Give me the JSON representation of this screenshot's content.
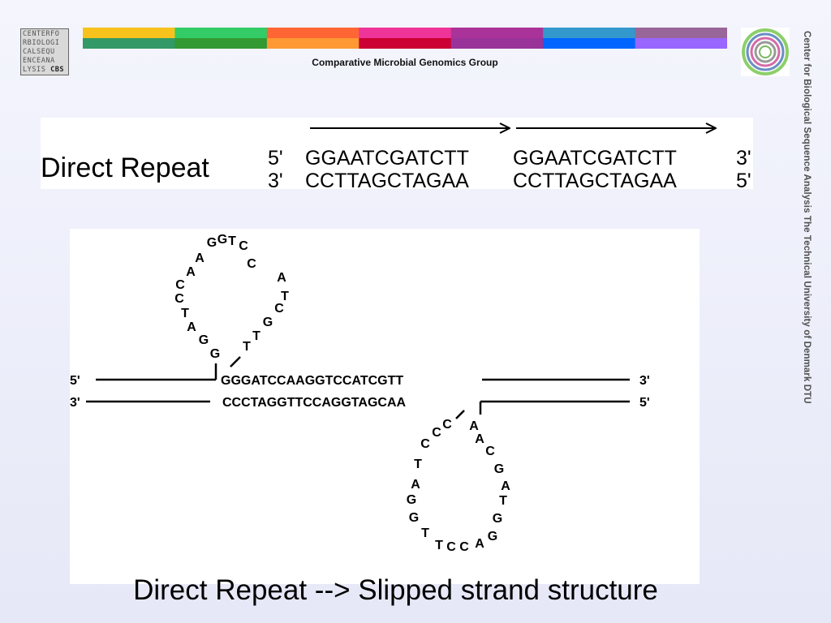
{
  "header": {
    "logo_lines": [
      "CENTERFO",
      "RBIOLOGI",
      "CALSEQU",
      "ENCEANA",
      "LYSIS"
    ],
    "logo_badge": "CBS",
    "group_name": "Comparative Microbial Genomics Group",
    "bar_colors_top": [
      "#f7c21c",
      "#33cc66",
      "#ff6633",
      "#ee3399",
      "#aa3399",
      "#3399cc",
      "#996699"
    ],
    "bar_colors_bottom": [
      "#339966",
      "#339933",
      "#ff9933",
      "#cc0033",
      "#993399",
      "#0066ff",
      "#9966ff"
    ]
  },
  "sidebar": {
    "text": "Center for Biological Sequence Analysis    The Technical University of Denmark    DTU"
  },
  "direct_repeat": {
    "label": "Direct Repeat",
    "top_5prime": "5'",
    "top_seq_a": "GGAATCGATCTT",
    "top_seq_b": "GGAATCGATCTT",
    "top_3prime": "3'",
    "bottom_3prime": "3'",
    "bottom_seq_a": "CCTTAGCTAGAA",
    "bottom_seq_b": "CCTTAGCTAGAA",
    "bottom_5prime": "5'"
  },
  "slipped": {
    "top_5prime": "5'",
    "top_3prime": "3'",
    "bottom_3prime": "3'",
    "bottom_5prime": "5'",
    "top_seq": "GGGATCCAAGGTCCATCGTT",
    "bottom_seq": "CCCTAGGTTCCAGGTAGCAA",
    "top_loop": [
      "G",
      "G",
      "A",
      "T",
      "C",
      "C",
      "A",
      "A",
      "G",
      "G",
      "T",
      "C",
      "C",
      "A",
      "T",
      "C",
      "G",
      "T",
      "T"
    ],
    "bottom_loop": [
      "C",
      "C",
      "C",
      "T",
      "A",
      "G",
      "G",
      "T",
      "T",
      "C",
      "C",
      "A",
      "G",
      "G",
      "T",
      "A",
      "G",
      "C",
      "A",
      "A"
    ]
  },
  "caption": "Direct Repeat --> Slipped strand structure"
}
